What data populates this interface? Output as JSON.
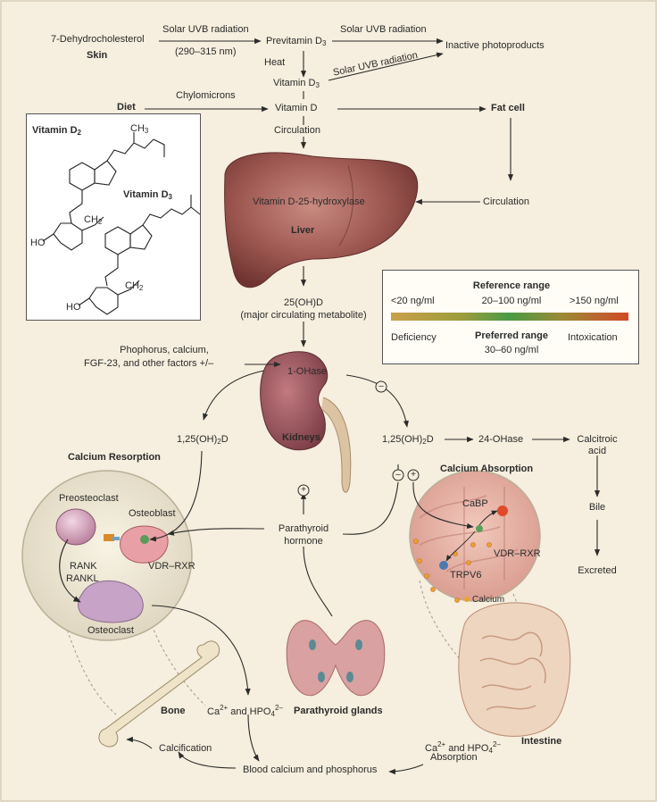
{
  "top": {
    "dehydro": "7-Dehydrocholesterol",
    "skin": "Skin",
    "uvb1": "Solar UVB radiation",
    "uvb1_range": "(290–315 nm)",
    "previtamin": "Previtamin D",
    "previtamin_sub": "3",
    "uvb2": "Solar UVB radiation",
    "inactive": "Inactive photoproducts",
    "heat": "Heat",
    "vitd3": "Vitamin D",
    "vitd3_sub": "3",
    "uvb3": "Solar UVB radiation",
    "diet": "Diet",
    "chylomicrons": "Chylomicrons",
    "vitd": "Vitamin D",
    "fatcell": "Fat cell",
    "circ1": "Circulation",
    "circ2": "Circulation"
  },
  "structures": {
    "d2_label": "Vitamin D",
    "d2_sub": "2",
    "d3_label": "Vitamin D",
    "d3_sub": "3",
    "ch3": "CH",
    "ch3_sub": "3",
    "ch2a": "CH",
    "ch2a_sub": "2",
    "ch2b": "CH",
    "ch2b_sub": "2",
    "ho1": "HO",
    "ho2": "HO"
  },
  "liver": {
    "enzyme": "Vitamin D-25-hydroxylase",
    "label": "Liver",
    "metabolite": "25(OH)D",
    "metabolite_note": "(major circulating metabolite)"
  },
  "reference": {
    "title": "Reference range",
    "low": "<20 ng/ml",
    "mid": "20–100 ng/ml",
    "high": ">150 ng/ml",
    "deficiency": "Deficiency",
    "preferred": "Preferred range",
    "preferred_range": "30–60 ng/ml",
    "intoxication": "Intoxication"
  },
  "kidney": {
    "factors1": "Phophorus, calcium,",
    "factors2": "FGF-23, and other factors +/–",
    "ohase": "1-OHase",
    "label": "Kidneys",
    "calcitriol_left": "1,25(OH)",
    "calcitriol_right": "1,25(OH)",
    "calcitriol_sub": "2",
    "calcitriol_end": "D",
    "ohase24": "24-OHase",
    "calcitroic1": "Calcitroic",
    "calcitroic2": "acid",
    "bile": "Bile",
    "excreted": "Excreted",
    "minus": "–",
    "plus": "+"
  },
  "resorption": {
    "title": "Calcium Resorption",
    "preosteoclast": "Preosteoclast",
    "osteoblast": "Osteoblast",
    "rank": "RANK",
    "rankl": "RANKL",
    "vdr": "VDR–RXR",
    "osteoclast": "Osteoclast"
  },
  "absorption": {
    "title": "Calcium Absorption",
    "cabp": "CaBP",
    "vdr": "VDR–RXR",
    "trpv6": "TRPV6",
    "calcium": "Calcium"
  },
  "bottom": {
    "pth1": "Parathyroid",
    "pth2": "hormone",
    "bone": "Bone",
    "ca_left": "Ca",
    "ca_sup": "2+",
    "and_hpo": " and HPO",
    "hpo_sub": "4",
    "hpo_sup": "2–",
    "parathyroid_glands": "Parathyroid glands",
    "intestine": "Intestine",
    "absorption": "Absorption",
    "calcification": "Calcification",
    "blood": "Blood calcium and phosphorus"
  }
}
